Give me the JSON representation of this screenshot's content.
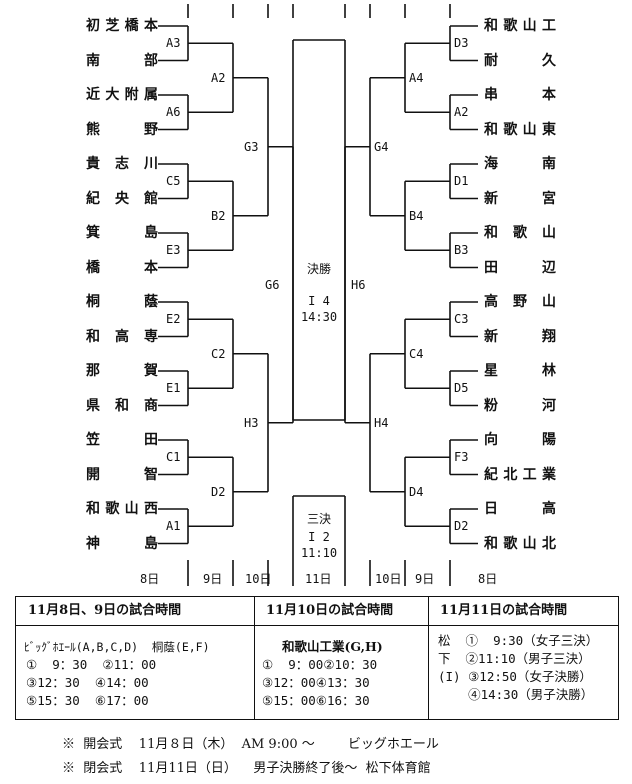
{
  "left_teams": [
    "初芝橋本",
    "南　部",
    "近大附属",
    "熊　野",
    "貴志川",
    "紀央館",
    "箕　島",
    "橋　本",
    "桐　蔭",
    "和高専",
    "那　賀",
    "県和商",
    "笠　田",
    "開　智",
    "和歌山西",
    "神　島"
  ],
  "right_teams": [
    "和歌山工",
    "耐　久",
    "串　本",
    "和歌山東",
    "海　南",
    "新　宮",
    "和歌山",
    "田　辺",
    "高野山",
    "新　翔",
    "星　林",
    "粉　河",
    "向　陽",
    "紀北工業",
    "日　高",
    "和歌山北"
  ],
  "left_r1": [
    "A3",
    "A6",
    "C5",
    "E3",
    "E2",
    "E1",
    "C1",
    "A1"
  ],
  "left_r2": [
    "A2",
    "B2",
    "C2",
    "D2"
  ],
  "left_r3": [
    "G3",
    "H3"
  ],
  "left_semi": "G6",
  "right_r1": [
    "D3",
    "A2",
    "D1",
    "B3",
    "C3",
    "D5",
    "F3",
    "D2"
  ],
  "right_r2": [
    "A4",
    "B4",
    "C4",
    "D4"
  ],
  "right_r3": [
    "G4",
    "H4"
  ],
  "right_semi": "H6",
  "final": {
    "title": "決勝",
    "court": "I 4",
    "time": "14:30"
  },
  "third": {
    "title": "三決",
    "court": "I 2",
    "time": "11:10"
  },
  "days": [
    "8日",
    "9日",
    "10日",
    "11日",
    "10日",
    "9日",
    "8日"
  ],
  "schedule": {
    "col1": {
      "title": "11月8日、9日の試合時間",
      "lines": [
        "ﾋﾞｯｸﾞﾎｴｰﾙ(A,B,C,D)  桐蔭(E,F)",
        "①  9：30  ②11：00",
        "③12：30  ④14：00",
        "⑤15：30  ⑥17：00"
      ]
    },
    "col2": {
      "title": "11月10日の試合時間",
      "lines": [
        "和歌山工業(G,H)",
        "①  9：00②10：30",
        "③12：00④13：30",
        "⑤15：00⑥16：30"
      ]
    },
    "col3": {
      "title": "11月11日の試合時間",
      "lines": [
        "松  ①  9:30（女子三決）",
        "下  ②11:10（男子三決）",
        "(I) ③12:50（女子決勝）",
        "    ④14:30（男子決勝）"
      ]
    }
  },
  "notes": [
    "※  開会式    11月８日（木）  AM 9:00 ～        ビッグホエール",
    "※  閉会式    11月11日（日）    男子決勝終了後～  松下体育館"
  ]
}
